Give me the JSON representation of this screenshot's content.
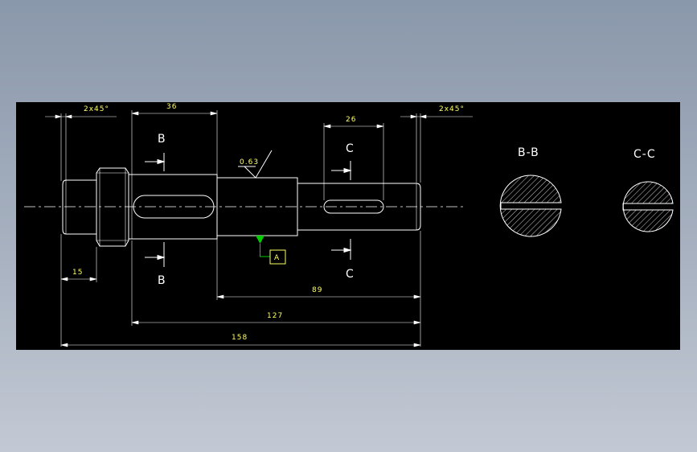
{
  "drawing": {
    "background": "#000000",
    "line_color": "#ffffff",
    "dimension_text_color": "#ffff66",
    "datum_color": "#00cc00",
    "dimensions": {
      "chamfer_left": "2x45°",
      "chamfer_right": "2x45°",
      "d36": "36",
      "d26": "26",
      "d15": "15",
      "d89": "89",
      "d127": "127",
      "d158": "158"
    },
    "roughness": "0.63",
    "datum": "A",
    "section_marks": {
      "b_top": "B",
      "b_bottom": "B",
      "c_top": "C",
      "c_bottom": "C"
    },
    "section_titles": {
      "bb": "B-B",
      "cc": "C-C"
    }
  }
}
